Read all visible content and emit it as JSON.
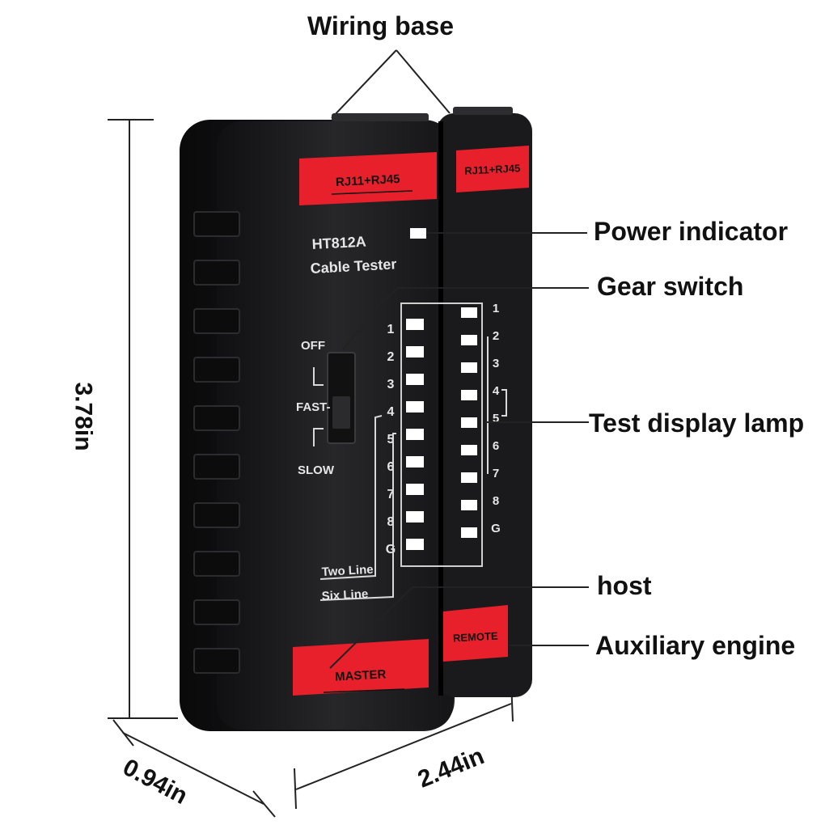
{
  "device": {
    "top_label_left": "RJ11+RJ45",
    "top_label_right": "RJ11+RJ45",
    "model": "HT812A",
    "name": "Cable Tester",
    "switch_off": "OFF",
    "switch_fast": "FAST-",
    "switch_slow": "SLOW",
    "mode_two_line": "Two Line",
    "mode_six_line": "Six Line",
    "bottom_label_left": "MASTER",
    "bottom_label_right": "REMOTE",
    "pins_left": [
      "1",
      "2",
      "3",
      "4",
      "5",
      "6",
      "7",
      "8",
      "G"
    ],
    "pins_right": [
      "1",
      "2",
      "3",
      "4",
      "5",
      "6",
      "7",
      "8",
      "G"
    ]
  },
  "callouts": {
    "wiring_base": "Wiring base",
    "power_indicator": "Power indicator",
    "gear_switch": "Gear switch",
    "test_display_lamp": "Test display lamp",
    "host": "host",
    "auxiliary_engine": "Auxiliary engine"
  },
  "dimensions": {
    "height": "3.78in",
    "depth": "0.94in",
    "width": "2.44in"
  },
  "colors": {
    "body": "#1c1c1e",
    "accent": "#e8202c",
    "lamp": "#ffffff"
  }
}
